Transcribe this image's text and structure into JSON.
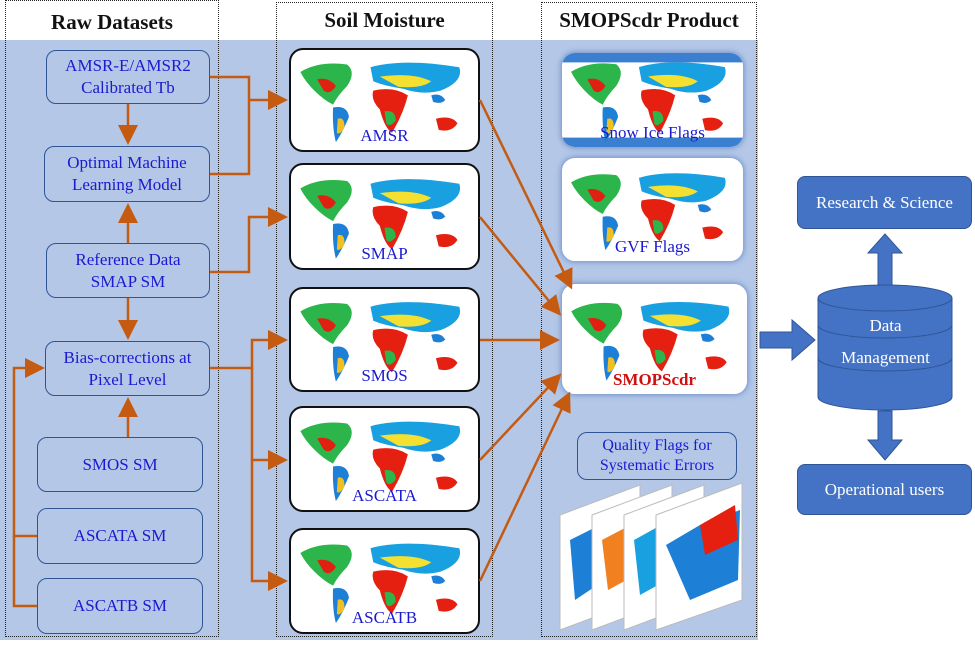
{
  "columns": {
    "raw": "Raw Datasets",
    "soil": "Soil Moisture",
    "product": "SMOPScdr Product"
  },
  "raw_boxes": [
    {
      "line1": "AMSR-E/AMSR2",
      "line2": "Calibrated Tb"
    },
    {
      "line1": "Optimal Machine",
      "line2": "Learning Model"
    },
    {
      "line1": "Reference Data",
      "line2": "SMAP SM"
    },
    {
      "line1": "Bias-corrections at",
      "line2": "Pixel Level"
    },
    {
      "line1": "SMOS SM"
    },
    {
      "line1": "ASCATA SM"
    },
    {
      "line1": "ASCATB SM"
    }
  ],
  "soil_maps": [
    "AMSR",
    "SMAP",
    "SMOS",
    "ASCATA",
    "ASCATB"
  ],
  "product": {
    "snow": "Snow Ice Flags",
    "gvf": "GVF Flags",
    "smops": "SMOPScdr",
    "quality_line1": "Quality Flags for",
    "quality_line2": "Systematic Errors"
  },
  "right": {
    "research": "Research & Science",
    "data_line1": "Data",
    "data_line2": "Management",
    "operational": "Operational users"
  },
  "colors": {
    "band": "#b4c7e7",
    "arrow": "#c55a11",
    "accent": "#4472c4",
    "text_blue": "#1a1ad0"
  }
}
